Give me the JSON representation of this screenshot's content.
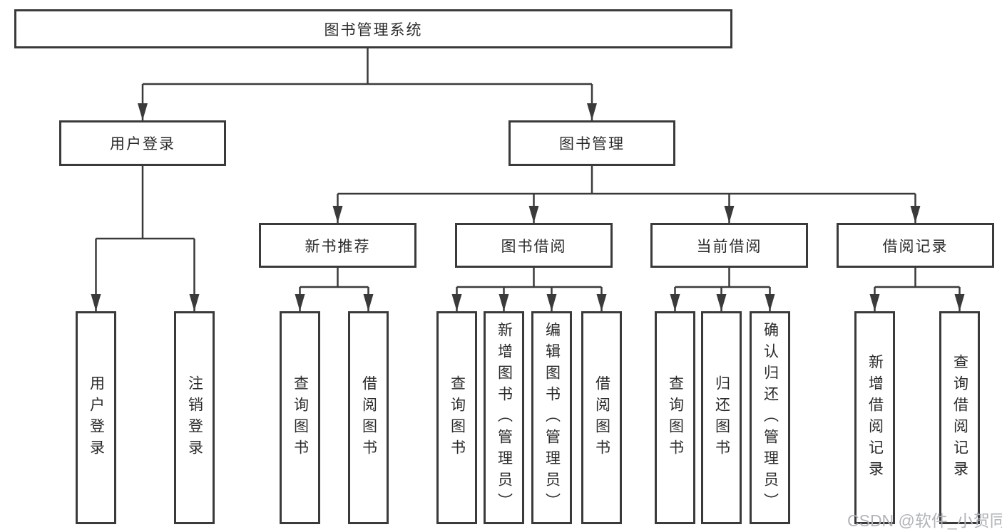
{
  "colors": {
    "background": "#ffffff",
    "line": "#3a3a3a",
    "box_border": "#3a3a3a",
    "text": "#2b2b2b",
    "watermark": "#b0b4b8"
  },
  "diagram": {
    "root": {
      "label": "图书管理系统"
    },
    "branches": [
      {
        "label": "用户登录",
        "children": [
          {
            "label": "用户登录"
          },
          {
            "label": "注销登录"
          }
        ]
      },
      {
        "label": "图书管理",
        "children": [
          {
            "label": "新书推荐",
            "children": [
              {
                "label": "查询图书"
              },
              {
                "label": "借阅图书"
              }
            ]
          },
          {
            "label": "图书借阅",
            "children": [
              {
                "label": "查询图书"
              },
              {
                "label": "新增图书（管理员）"
              },
              {
                "label": "编辑图书（管理员）"
              },
              {
                "label": "借阅图书"
              }
            ]
          },
          {
            "label": "当前借阅",
            "children": [
              {
                "label": "查询图书"
              },
              {
                "label": "归还图书"
              },
              {
                "label": "确认归还（管理员）"
              }
            ]
          },
          {
            "label": "借阅记录",
            "children": [
              {
                "label": "新增借阅记录"
              },
              {
                "label": "查询借阅记录"
              }
            ]
          }
        ]
      }
    ]
  },
  "watermark": {
    "text": "CSDN @软件_小贺同学"
  }
}
